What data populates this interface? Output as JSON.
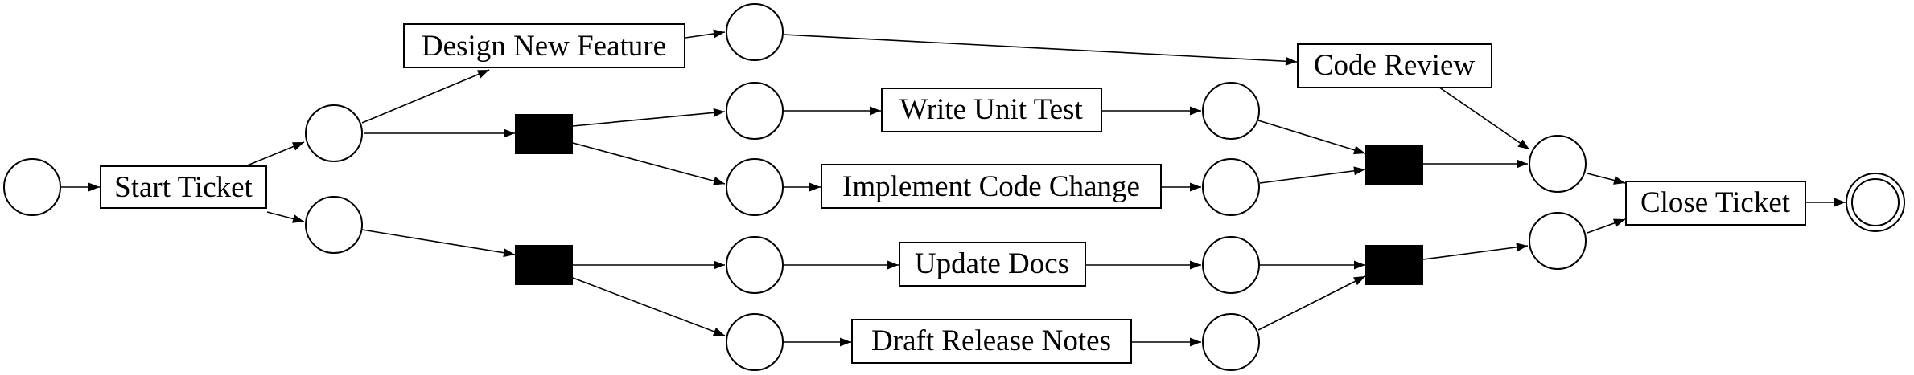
{
  "diagram": {
    "transitions": {
      "start_ticket": "Start Ticket",
      "design_new_feature": "Design New Feature",
      "write_unit_test": "Write Unit Test",
      "implement_code_change": "Implement Code Change",
      "update_docs": "Update Docs",
      "draft_release_notes": "Draft Release Notes",
      "code_review": "Code Review",
      "close_ticket": "Close Ticket"
    },
    "node_kinds": {
      "start_place": "place",
      "end_place": "final-place",
      "silent_transitions": 4,
      "places": 13
    }
  }
}
